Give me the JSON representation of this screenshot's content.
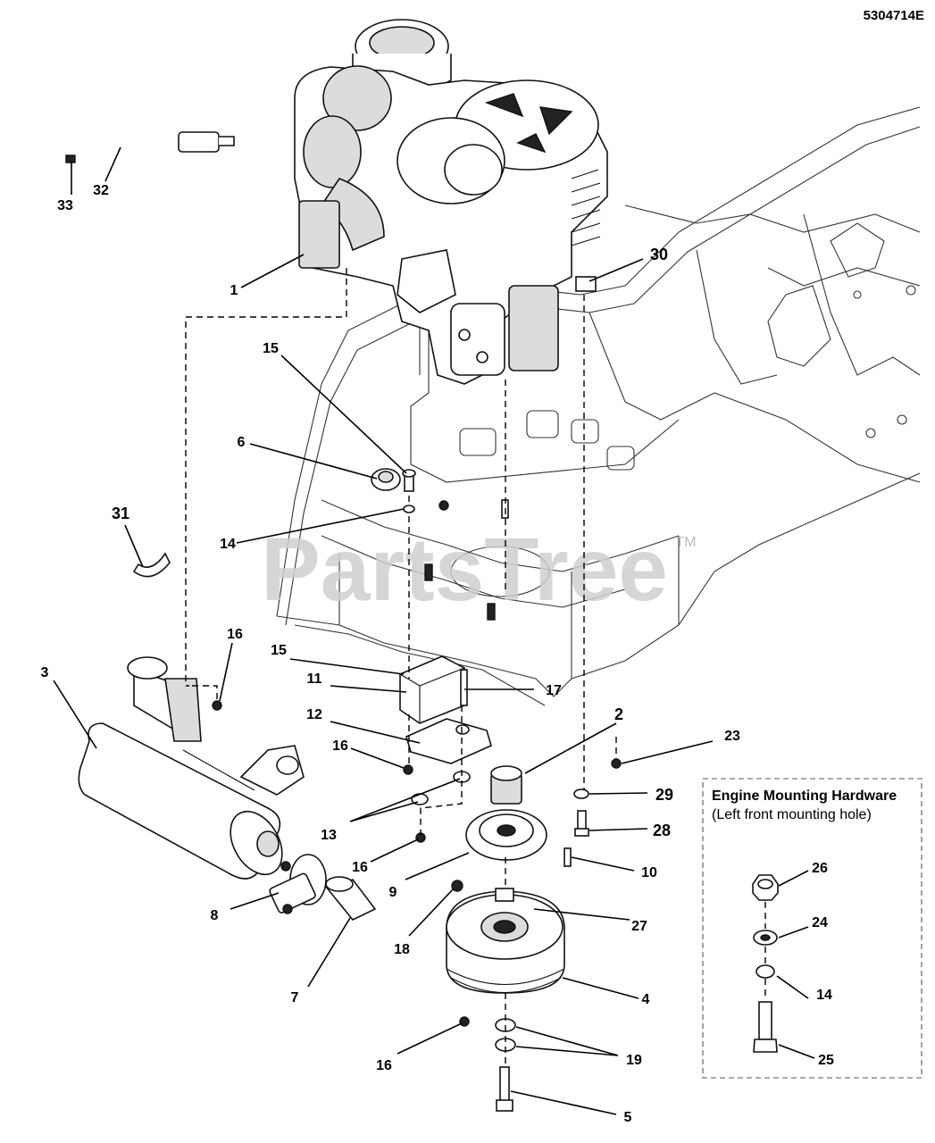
{
  "diagram_id": "5304714E",
  "watermark": {
    "text": "PartsTree",
    "tm": "TM"
  },
  "callouts": [
    {
      "id": "c1",
      "text": "1"
    },
    {
      "id": "c2",
      "text": "2"
    },
    {
      "id": "c3",
      "text": "3"
    },
    {
      "id": "c4",
      "text": "4"
    },
    {
      "id": "c5",
      "text": "5"
    },
    {
      "id": "c6",
      "text": "6"
    },
    {
      "id": "c7",
      "text": "7"
    },
    {
      "id": "c8",
      "text": "8"
    },
    {
      "id": "c9",
      "text": "9"
    },
    {
      "id": "c10",
      "text": "10"
    },
    {
      "id": "c11",
      "text": "11"
    },
    {
      "id": "c12",
      "text": "12"
    },
    {
      "id": "c13",
      "text": "13"
    },
    {
      "id": "c14a",
      "text": "14"
    },
    {
      "id": "c14b",
      "text": "14"
    },
    {
      "id": "c15a",
      "text": "15"
    },
    {
      "id": "c15b",
      "text": "15"
    },
    {
      "id": "c16a",
      "text": "16"
    },
    {
      "id": "c16b",
      "text": "16"
    },
    {
      "id": "c16c",
      "text": "16"
    },
    {
      "id": "c16d",
      "text": "16"
    },
    {
      "id": "c17",
      "text": "17"
    },
    {
      "id": "c18",
      "text": "18"
    },
    {
      "id": "c19",
      "text": "19"
    },
    {
      "id": "c23",
      "text": "23"
    },
    {
      "id": "c24",
      "text": "24"
    },
    {
      "id": "c25",
      "text": "25"
    },
    {
      "id": "c26",
      "text": "26"
    },
    {
      "id": "c27",
      "text": "27"
    },
    {
      "id": "c28",
      "text": "28"
    },
    {
      "id": "c29",
      "text": "29"
    },
    {
      "id": "c30",
      "text": "30"
    },
    {
      "id": "c31",
      "text": "31"
    },
    {
      "id": "c32",
      "text": "32"
    },
    {
      "id": "c33",
      "text": "33"
    }
  ],
  "mounting_box": {
    "title": "Engine Mounting Hardware",
    "subtitle": "(Left front mounting hole)"
  }
}
